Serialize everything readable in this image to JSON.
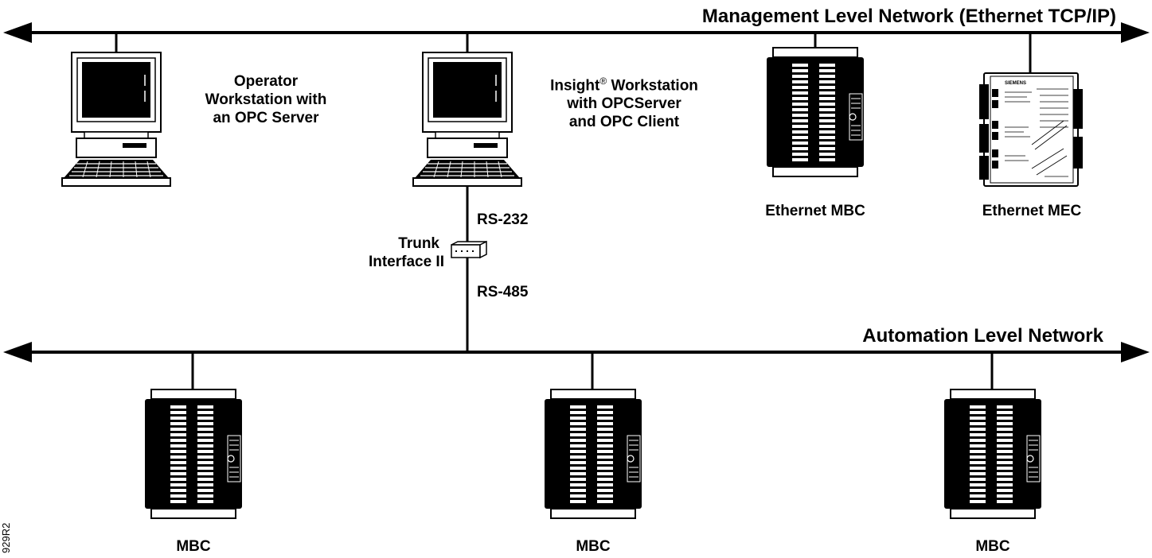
{
  "networks": {
    "management": "Management Level Network (Ethernet TCP/IP)",
    "automation": "Automation Level Network"
  },
  "devices": {
    "operator_workstation": [
      "Operator",
      "Workstation with",
      "an OPC Server"
    ],
    "insight_workstation": {
      "line1_name": "Insight",
      "line1_mark": "®",
      "line1_rest": " Workstation",
      "line2": "with OPCServer",
      "line3": "and OPC Client"
    },
    "ethernet_mbc": "Ethernet MBC",
    "ethernet_mec": "Ethernet MEC",
    "trunk_interface": [
      "Trunk",
      "Interface II"
    ],
    "mbc_1": "MBC",
    "mbc_2": "MBC",
    "mbc_3": "MBC",
    "mec_brand": "SIEMENS"
  },
  "links": {
    "rs232": "RS-232",
    "rs485": "RS-485"
  },
  "figure_id": "929R2"
}
